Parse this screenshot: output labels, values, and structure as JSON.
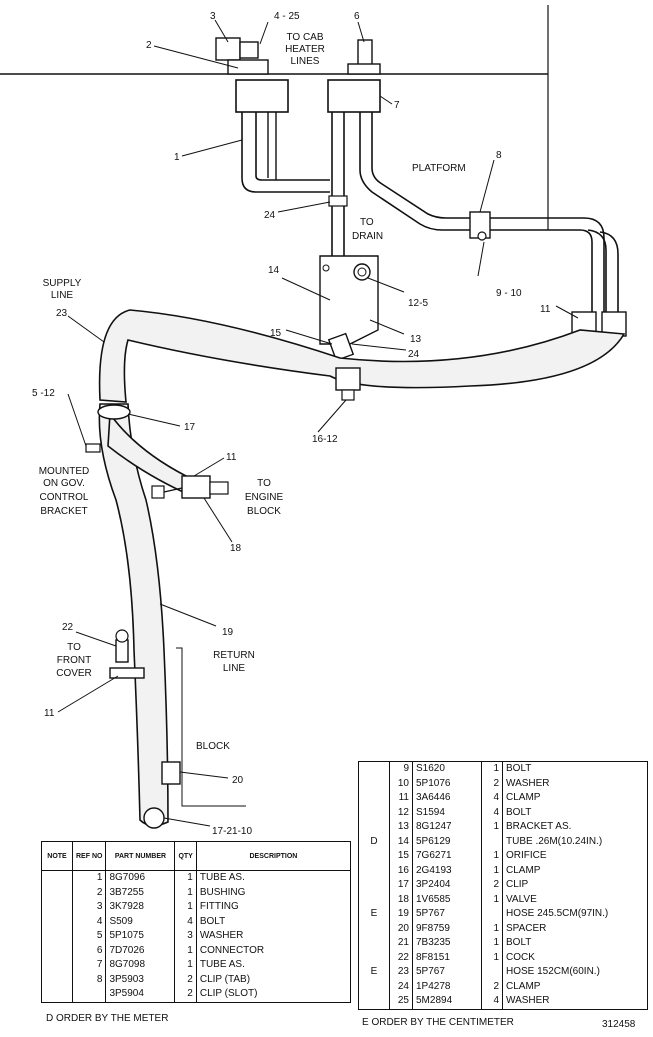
{
  "labels": {
    "to_cab_heater_lines": [
      "TO CAB",
      "HEATER",
      "LINES"
    ],
    "platform": "PLATFORM",
    "to_drain": [
      "TO",
      "DRAIN"
    ],
    "supply_line": [
      "SUPPLY",
      "LINE"
    ],
    "mounted_on_gov": [
      "MOUNTED",
      "ON GOV.",
      "CONTROL",
      "BRACKET"
    ],
    "to_engine_block": [
      "TO",
      "ENGINE",
      "BLOCK"
    ],
    "return_line": [
      "RETURN",
      "LINE"
    ],
    "to_front_cover": [
      "TO",
      "FRONT",
      "COVER"
    ],
    "block": "BLOCK"
  },
  "callouts": {
    "c3": "3",
    "c4_25": "4 - 25",
    "c6": "6",
    "c2": "2",
    "c7": "7",
    "c1": "1",
    "c8": "8",
    "c24a": "24",
    "c14": "14",
    "c12_5": "12-5",
    "c9_10": "9 - 10",
    "c11a": "11",
    "c23": "23",
    "c13": "13",
    "c15": "15",
    "c24b": "24",
    "c5_12": "5 -12",
    "c17": "17",
    "c16_12": "16-12",
    "c11b": "11",
    "c18": "18",
    "c22": "22",
    "c19": "19",
    "c11c": "11",
    "c20": "20",
    "c17_21_10": "17-21-10"
  },
  "table_headers": {
    "note": "NOTE",
    "ref_no": "REF NO",
    "part_number": "PART NUMBER",
    "qty": "QTY",
    "description": "DESCRIPTION"
  },
  "parts_left": [
    {
      "note": "",
      "ref": "1",
      "part": "8G7096",
      "qty": "1",
      "desc": "TUBE AS."
    },
    {
      "note": "",
      "ref": "2",
      "part": "3B7255",
      "qty": "1",
      "desc": "BUSHING"
    },
    {
      "note": "",
      "ref": "3",
      "part": "3K7928",
      "qty": "1",
      "desc": "FITTING"
    },
    {
      "note": "",
      "ref": "4",
      "part": "S509",
      "qty": "4",
      "desc": "BOLT"
    },
    {
      "note": "",
      "ref": "5",
      "part": "5P1075",
      "qty": "3",
      "desc": "WASHER"
    },
    {
      "note": "",
      "ref": "6",
      "part": "7D7026",
      "qty": "1",
      "desc": "CONNECTOR"
    },
    {
      "note": "",
      "ref": "7",
      "part": "8G7098",
      "qty": "1",
      "desc": "TUBE AS."
    },
    {
      "note": "",
      "ref": "8",
      "part": "3P5903",
      "qty": "2",
      "desc": "CLIP (TAB)"
    },
    {
      "note": "",
      "ref": "",
      "part": "3P5904",
      "qty": "2",
      "desc": "CLIP (SLOT)"
    }
  ],
  "parts_right": [
    {
      "note": "",
      "ref": "9",
      "part": "S1620",
      "qty": "1",
      "desc": "BOLT"
    },
    {
      "note": "",
      "ref": "10",
      "part": "5P1076",
      "qty": "2",
      "desc": "WASHER"
    },
    {
      "note": "",
      "ref": "11",
      "part": "3A6446",
      "qty": "4",
      "desc": "CLAMP"
    },
    {
      "note": "",
      "ref": "12",
      "part": "S1594",
      "qty": "4",
      "desc": "BOLT"
    },
    {
      "note": "",
      "ref": "13",
      "part": "8G1247",
      "qty": "1",
      "desc": "BRACKET AS."
    },
    {
      "note": "D",
      "ref": "14",
      "part": "5P6129",
      "qty": "",
      "desc": "TUBE .26M(10.24IN.)"
    },
    {
      "note": "",
      "ref": "15",
      "part": "7G6271",
      "qty": "1",
      "desc": "ORIFICE"
    },
    {
      "note": "",
      "ref": "16",
      "part": "2G4193",
      "qty": "1",
      "desc": "CLAMP"
    },
    {
      "note": "",
      "ref": "17",
      "part": "3P2404",
      "qty": "2",
      "desc": "CLIP"
    },
    {
      "note": "",
      "ref": "18",
      "part": "1V6585",
      "qty": "1",
      "desc": "VALVE"
    },
    {
      "note": "E",
      "ref": "19",
      "part": "5P767",
      "qty": "",
      "desc": "HOSE 245.5CM(97IN.)"
    },
    {
      "note": "",
      "ref": "20",
      "part": "9F8759",
      "qty": "1",
      "desc": "SPACER"
    },
    {
      "note": "",
      "ref": "21",
      "part": "7B3235",
      "qty": "1",
      "desc": "BOLT"
    },
    {
      "note": "",
      "ref": "22",
      "part": "8F8151",
      "qty": "1",
      "desc": "COCK"
    },
    {
      "note": "E",
      "ref": "23",
      "part": "5P767",
      "qty": "",
      "desc": "HOSE 152CM(60IN.)"
    },
    {
      "note": "",
      "ref": "24",
      "part": "1P4278",
      "qty": "2",
      "desc": "CLAMP"
    },
    {
      "note": "",
      "ref": "25",
      "part": "5M2894",
      "qty": "4",
      "desc": "WASHER"
    }
  ],
  "notes": {
    "d": "D   ORDER BY THE METER",
    "e": "E   ORDER BY THE CENTIMETER"
  },
  "figure_number": "312458"
}
